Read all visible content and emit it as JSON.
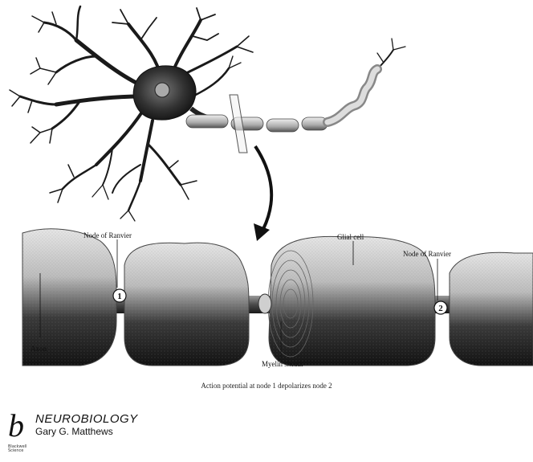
{
  "labels": {
    "node_of_ranvier_left": "Node of Ranvier",
    "node_of_ranvier_right": "Node of Ranvier",
    "glial_cell": "Glial cell",
    "axon": "Axon",
    "myelin_sheath": "Myelin sheath",
    "node_1": "1",
    "node_2": "2"
  },
  "caption": "Action potential at node 1 depolarizes node 2",
  "book": {
    "logo": "b",
    "title": "NEUROBIOLOGY",
    "author": "Gary G. Matthews",
    "publisher": "Blackwell Science"
  },
  "colors": {
    "ink": "#111111",
    "sheath_light": "#d9d9d9",
    "sheath_dark": "#2a2a2a",
    "axon": "#555555"
  }
}
